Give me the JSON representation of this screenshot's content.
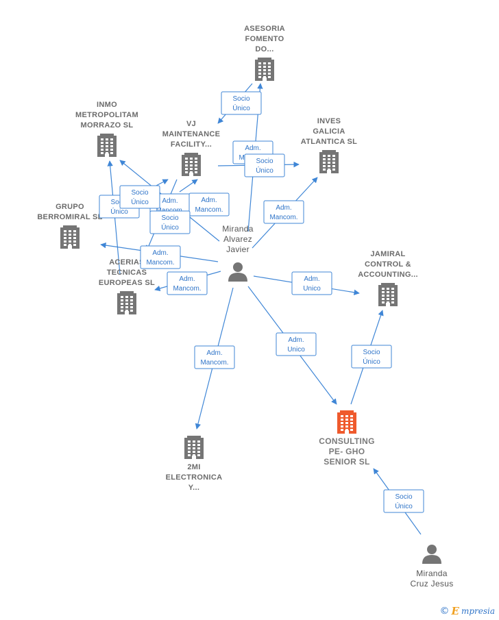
{
  "colors": {
    "edge": "#3f86d6",
    "company": "#757575",
    "focus_company": "#ef5a2d",
    "person": "#757575"
  },
  "nodes": [
    {
      "id": "asesoria",
      "type": "company",
      "label": [
        "ASESORIA",
        "FOMENTO",
        "DO..."
      ]
    },
    {
      "id": "inmo",
      "type": "company",
      "label": [
        "INMO",
        "METROPOLITAM",
        "MORRAZO  SL"
      ]
    },
    {
      "id": "vj",
      "type": "company",
      "label": [
        "VJ",
        "MAINTENANCE",
        "FACILITY..."
      ]
    },
    {
      "id": "inves",
      "type": "company",
      "label": [
        "INVES",
        "GALICIA",
        "ATLANTICA  SL"
      ]
    },
    {
      "id": "grupo",
      "type": "company",
      "label": [
        "GRUPO",
        "BERROMIRAL SL"
      ]
    },
    {
      "id": "acerias",
      "type": "company",
      "label": [
        "ACERIAS",
        "TECNICAS",
        "EUROPEAS  SL"
      ]
    },
    {
      "id": "jamiral",
      "type": "company",
      "label": [
        "JAMIRAL",
        "CONTROL &",
        "ACCOUNTING..."
      ]
    },
    {
      "id": "miranda_alvarez",
      "type": "person",
      "label": [
        "Miranda",
        "Alvarez",
        "Javier"
      ]
    },
    {
      "id": "consulting",
      "type": "focus",
      "label": [
        "CONSULTING",
        "PE- GHO",
        "SENIOR  SL"
      ]
    },
    {
      "id": "2mi",
      "type": "company",
      "label": [
        "2MI",
        "ELECTRONICA",
        "Y..."
      ]
    },
    {
      "id": "miranda_cruz",
      "type": "person",
      "label": [
        "Miranda",
        "Cruz Jesus"
      ]
    }
  ],
  "edges": [
    {
      "from": "miranda_alvarez",
      "to": "asesoria",
      "label": [
        "Adm.",
        "Mancom."
      ]
    },
    {
      "from": "vj",
      "to": "asesoria",
      "label": [
        "Socio",
        "Único"
      ]
    },
    {
      "from": "miranda_alvarez",
      "to": "inves",
      "label": [
        "Adm.",
        "Mancom."
      ]
    },
    {
      "from": "vj",
      "to": "inves",
      "label": [
        "Socio",
        "Único"
      ]
    },
    {
      "from": "miranda_alvarez",
      "to": "inmo",
      "label": [
        "Adm.",
        "Mancom."
      ]
    },
    {
      "from": "acerias",
      "to": "inmo",
      "label": [
        "Socio",
        "Único"
      ]
    },
    {
      "from": "miranda_alvarez",
      "to": "vj",
      "label": [
        "Adm.",
        "Mancom."
      ]
    },
    {
      "from": "grupo",
      "to": "vj",
      "label": [
        "Socio",
        "Único"
      ]
    },
    {
      "from": "miranda_alvarez",
      "to": "grupo",
      "label": [
        "Adm.",
        "Mancom."
      ]
    },
    {
      "from": "vj",
      "to": "grupo",
      "label": [
        "Socio",
        "Único"
      ]
    },
    {
      "from": "miranda_alvarez",
      "to": "acerias",
      "label": [
        "Adm.",
        "Mancom."
      ]
    },
    {
      "from": "miranda_alvarez",
      "to": "jamiral",
      "label": [
        "Adm.",
        "Unico"
      ]
    },
    {
      "from": "miranda_alvarez",
      "to": "consulting",
      "label": [
        "Adm.",
        "Unico"
      ]
    },
    {
      "from": "miranda_alvarez",
      "to": "2mi",
      "label": [
        "Adm.",
        "Mancom."
      ]
    },
    {
      "from": "consulting",
      "to": "jamiral",
      "label": [
        "Socio",
        "Único"
      ]
    },
    {
      "from": "miranda_cruz",
      "to": "consulting",
      "label": [
        "Socio",
        "Único"
      ]
    }
  ],
  "footer": {
    "copyright": "©",
    "brand_initial": "E",
    "brand_rest": "mpresia"
  }
}
